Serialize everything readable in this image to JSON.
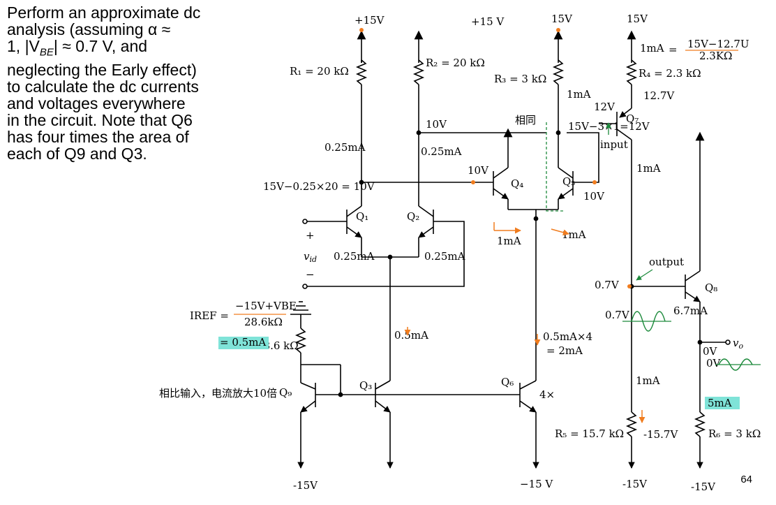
{
  "problem": {
    "line1": "Perform an approximate dc",
    "line2": "analysis (assuming α ≈",
    "line3": "1, |V",
    "line3_sub": "BE",
    "line3_end": "| ≈  0.7 V, and",
    "line4": "neglecting the Early effect)",
    "line5": "to calculate the dc currents",
    "line6": "and voltages everywhere",
    "line7": "in the circuit. Note that Q6",
    "line8": "has four times the area of",
    "line9": "each of Q9 and Q3."
  },
  "circuit_labels": {
    "vplus": "+15 V",
    "vminus": "−15 V",
    "r1": "R₁ = 20 kΩ",
    "r2": "R₂ = 20 kΩ",
    "r3": "R₃ = 3 kΩ",
    "r4": "R₄ = 2.3 kΩ",
    "r5": "R₅ = 15.7 kΩ",
    "r6": "R₆ = 3 kΩ",
    "rref": "28.6 kΩ",
    "q1": "Q₁",
    "q2": "Q₂",
    "q3": "Q₃",
    "q4": "Q₄",
    "q5": "Q₅",
    "q6": "Q₆",
    "q7": "Q₇",
    "q8": "Q₈",
    "q9": "Q₉",
    "q6_area": "4×",
    "vid": "v",
    "vid_sub": "id",
    "vo": "v",
    "vo_sub": "o",
    "plus": "+",
    "minus": "−"
  },
  "annotations": {
    "top_left_supply": "+15V",
    "top_r3_supply": "15V",
    "top_r4_supply": "15V",
    "q7_current": "1mA",
    "q7_current_eq": "15V−12.7U",
    "q7_current_den": "2.3KΩ",
    "q7_emitter": "12.7V",
    "r3_current": "1mA",
    "q7_base": "12V",
    "r3_node_eq": "15V−3×1=12V",
    "same_note": "相同",
    "input_note": "input",
    "q2_collector": "10V",
    "r1_current": "0.25mA",
    "r2_current": "0.25mA",
    "q1_collector_eq": "15V−0.25×20 = 10V",
    "q4_base": "10V",
    "q5_emitter": "10V",
    "q7_collector_current": "1mA",
    "q4_emitter_current": "1mA",
    "q5_emitter_current": "1mA",
    "q1_emitter_current": "0.25mA",
    "q2_emitter_current": "0.25mA",
    "q8_base_v": "0.7V",
    "output_note": "output",
    "q8_base_v2": "0.7V",
    "q8_current": "6.7mA",
    "iref_eq_left": "IREF =",
    "iref_num": "−15V+VBE",
    "iref_den": "28.6kΩ",
    "iref_result": "= 0.5mA",
    "q3_current": "0.5mA",
    "q6_current": "0.5mA×4",
    "q6_current2": "= 2mA",
    "vo_dc": "0V",
    "vo_ac_label": "0V",
    "r5_current": "1mA",
    "r5_bottom": "-15.7V",
    "q8_emitter_current": "5mA",
    "bottom_left_supply": "-15V",
    "bottom_r5_supply": "-15V",
    "bottom_r6_supply": "-15V",
    "mirror_note": "相比输入，电流放大10倍"
  },
  "page_number": "64",
  "colors": {
    "ink": "#000000",
    "orange": "#f07c1e",
    "green": "#1d8a3c",
    "highlight": "#7fe3d8"
  }
}
